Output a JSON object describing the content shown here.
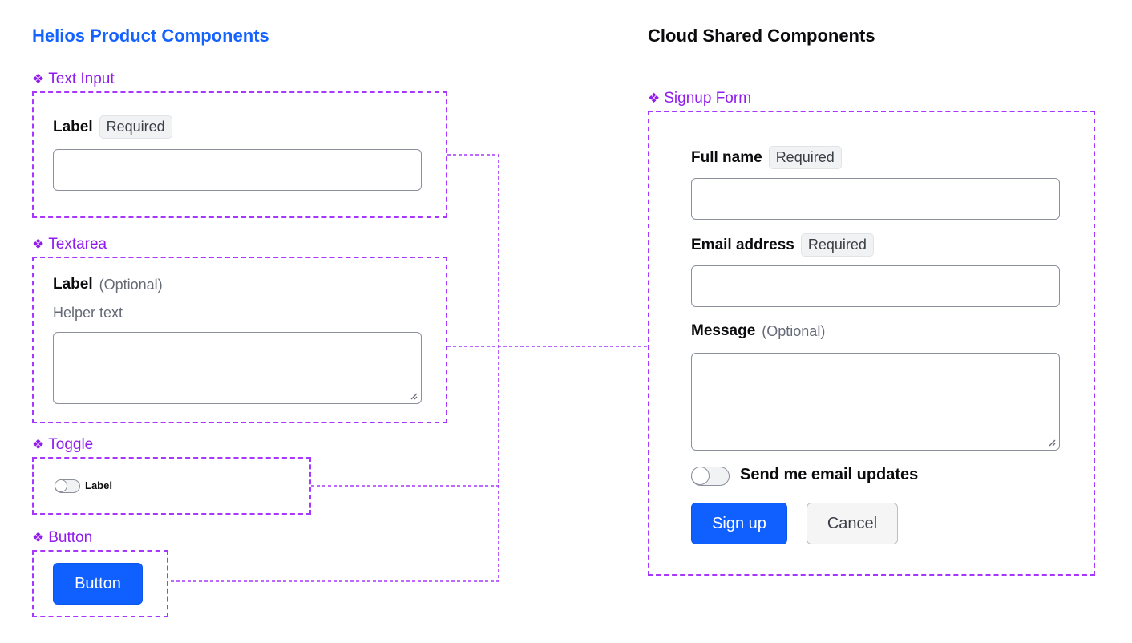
{
  "headings": {
    "left": "Helios Product Components",
    "right": "Cloud Shared Components"
  },
  "glyph": "❖",
  "components": {
    "text_input": {
      "title": "Text Input",
      "label": "Label",
      "badge": "Required"
    },
    "textarea": {
      "title": "Textarea",
      "label": "Label",
      "optional": "(Optional)",
      "helper": "Helper text"
    },
    "toggle": {
      "title": "Toggle",
      "label": "Label"
    },
    "button": {
      "title": "Button",
      "label": "Button"
    }
  },
  "signup_form": {
    "title": "Signup Form",
    "full_name": {
      "label": "Full name",
      "badge": "Required"
    },
    "email": {
      "label": "Email address",
      "badge": "Required"
    },
    "message": {
      "label": "Message",
      "optional": "(Optional)"
    },
    "toggle_label": "Send me email updates",
    "signup_button": "Sign up",
    "cancel_button": "Cancel"
  },
  "colors": {
    "accent_purple": "#a737ff",
    "brand_blue": "#1563ff",
    "button_blue": "#1060ff"
  }
}
